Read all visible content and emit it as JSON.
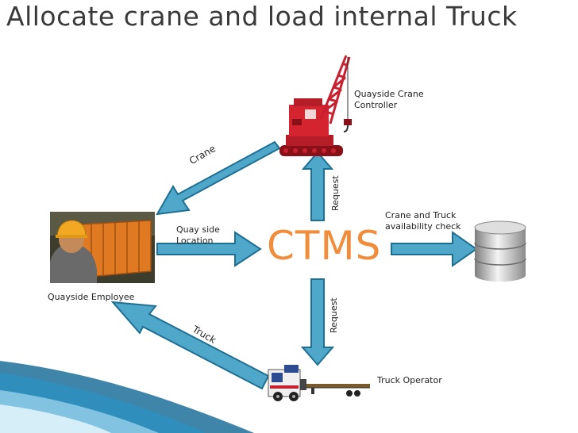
{
  "slide": {
    "title": "Allocate crane and load internal Truck"
  },
  "diagram": {
    "center": "CTMS",
    "labels": {
      "crane_controller": "Quayside Crane Controller",
      "database_check": "Crane and Truck availability check",
      "quayside_employee": "Quayside Employee",
      "truck_operator": "Truck Operator",
      "quay_side_location": "Quay side Location"
    },
    "arrows": {
      "crane": "Crane",
      "truck": "Truck",
      "request_up": "Request",
      "request_down": "Request"
    },
    "colors": {
      "arrow_fill": "#4fa7c9",
      "arrow_stroke": "#1f6f93",
      "ctms": "#f08c3a",
      "crane": "#c8202e",
      "container": "#e07a22"
    },
    "icons": [
      "crane-icon",
      "container-worker-icon",
      "database-icon",
      "truck-icon"
    ]
  }
}
